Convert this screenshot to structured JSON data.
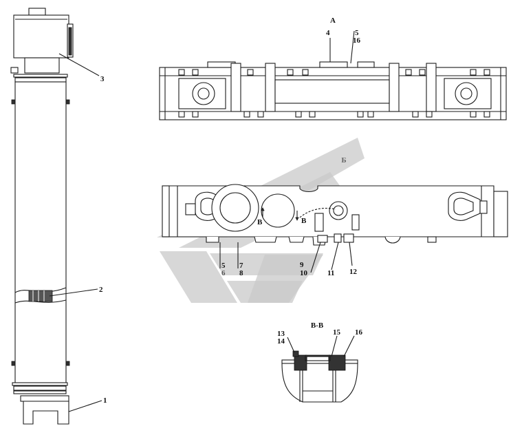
{
  "views": {
    "view_a": "А",
    "view_b": "Б",
    "section": "В-В"
  },
  "section_marks": [
    "В",
    "В"
  ],
  "callouts": [
    "1",
    "2",
    "3",
    "4",
    "5",
    "16",
    "5",
    "6",
    "7",
    "8",
    "9",
    "10",
    "11",
    "12",
    "13",
    "14",
    "15",
    "16"
  ],
  "colors": {
    "line": "#1a1a1a",
    "watermark": "#c9c9c9",
    "background": "#ffffff"
  }
}
